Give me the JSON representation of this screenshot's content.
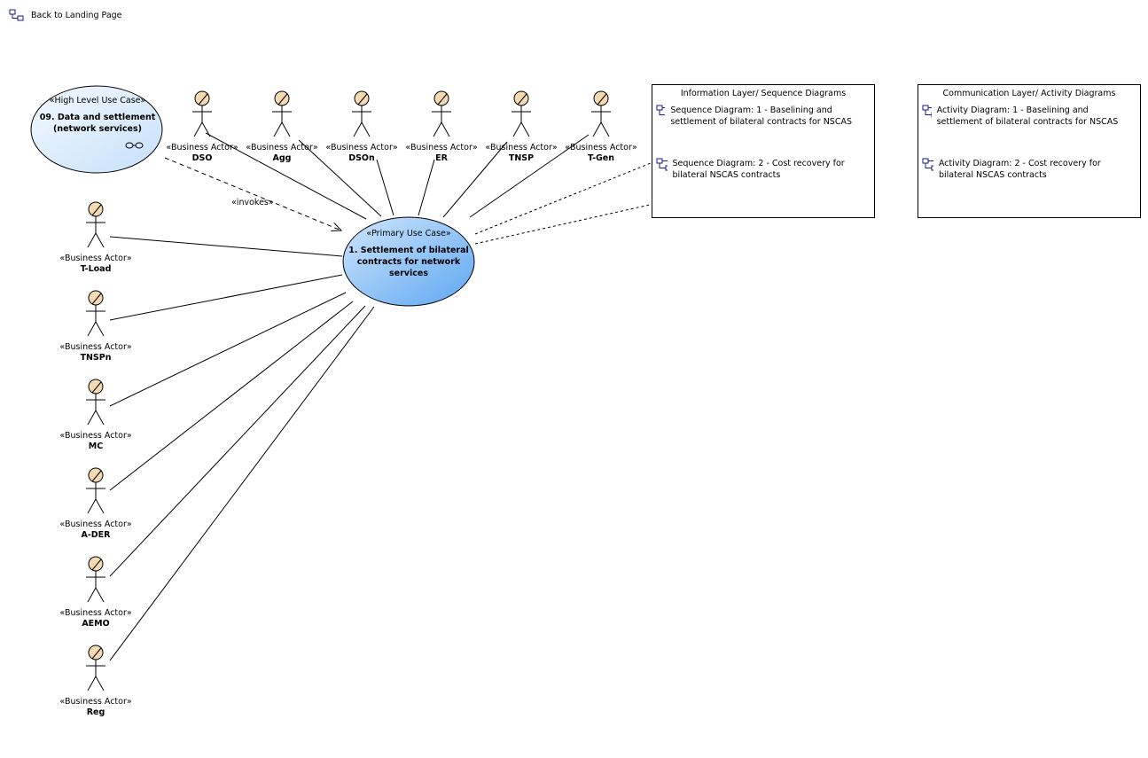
{
  "back_link": {
    "label": "Back to Landing Page",
    "icon": "diagram-icon"
  },
  "high_level_use_case": {
    "stereotype": "«High Level Use Case»",
    "name_line1": "09. Data and settlement",
    "name_line2": "(network services)"
  },
  "primary_use_case": {
    "stereotype": "«Primary Use Case»",
    "name_line1": "1. Settlement of bilateral",
    "name_line2": "contracts for network services"
  },
  "invokes_label": "«invokes»",
  "actor_stereotype": "«Business Actor»",
  "top_actors": [
    "DSO",
    "Agg",
    "DSOn",
    "ER",
    "TNSP",
    "T-Gen"
  ],
  "left_actors": [
    "T-Load",
    "TNSPn",
    "MC",
    "A-DER",
    "AEMO",
    "Reg"
  ],
  "information_layer": {
    "title": "Information Layer/ Sequence Diagrams",
    "items": [
      "Sequence Diagram: 1 - Baselining and settlement of bilateral contracts for NSCAS",
      "Sequence Diagram: 2 - Cost recovery for bilateral NSCAS contracts"
    ]
  },
  "communication_layer": {
    "title": "Communication Layer/ Activity Diagrams",
    "items": [
      "Activity Diagram: 1 - Baselining and settlement of bilateral contracts for NSCAS",
      "Activity Diagram: 2 - Cost recovery for bilateral NSCAS contracts"
    ]
  },
  "colors": {
    "actor_head": "#f5d9b0",
    "uc_light": "#e9f3fd",
    "uc_dark": "#6aaef2",
    "icon_blue": "#1a1a8a"
  }
}
